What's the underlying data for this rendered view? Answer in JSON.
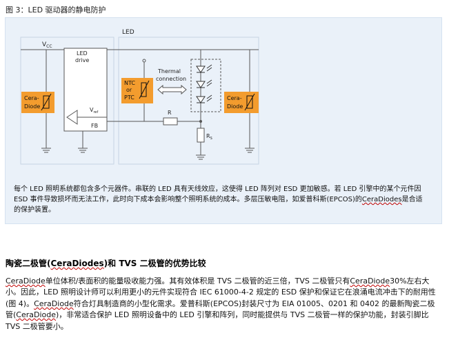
{
  "figure": {
    "title": "图 3：LED 驱动器的静电防护",
    "led_label": "LED",
    "vcc_label": "V",
    "vcc_sub": "CC",
    "driver_label_1": "LED",
    "driver_label_2": "drive",
    "vref_label": "V",
    "vref_sub": "ref",
    "fb_label": "FB",
    "ntc_label_1": "NTC",
    "ntc_label_2": "or",
    "ntc_label_3": "PTC",
    "thermal_label_1": "Thermal",
    "thermal_label_2": "connection",
    "r_label": "R",
    "rs_label": "R",
    "rs_sub": "S",
    "ceradiode_label_1": "Cera-",
    "ceradiode_label_2": "Diode",
    "colors": {
      "orange": "#f39c2e",
      "line": "#555555",
      "panel": "#eaf1f9"
    }
  },
  "caption": {
    "part1": "每个 LED 照明系统都包含多个元器件。串联的 LED 具有天线效应，这使得 LED 阵列对 ESD 更加敏感。若 LED 引擎中的某个元件因 ESD 事件导致损坏而无法工作，此时向下成本会影响整个照明系统的成本。多层压敏电阻，如爱普科斯(EPCOS)的",
    "term": "CeraDiodes",
    "part2": "是合适的保护装置。"
  },
  "section": {
    "heading_part1": "陶瓷二极管(",
    "heading_term": "CeraDiodes",
    "heading_part2": ")和 TVS 二极管的优势比较",
    "p_term1": "CeraDiode",
    "p_part1": "单位体积/表面积的能量吸收能力强。其有效体积是 TVS 二极管的近三倍，TVS 二极管只有",
    "p_term2": "CeraDiode",
    "p_part2": "30%左右大小。因此，LED 照明设计师可以利用更小的元件实现符合 IEC 61000-4-2 规定的 ESD 保护和保证它在浪涌电流冲击下的耐用性(图 4)。",
    "p_term3": "CeraDiode",
    "p_part3": "符合灯具制造商的小型化需求。爱普科斯(EPCOS)封装尺寸为 EIA 01005、0201 和 0402 的最新陶瓷二极管(",
    "p_term4": "CeraDiode",
    "p_part4": ")，非常适合保护 LED 照明设备中的 LED 引擎和阵列，同时能提供与 TVS 二极管一样的保护功能，封装引脚比 TVS 二极管要小。"
  }
}
